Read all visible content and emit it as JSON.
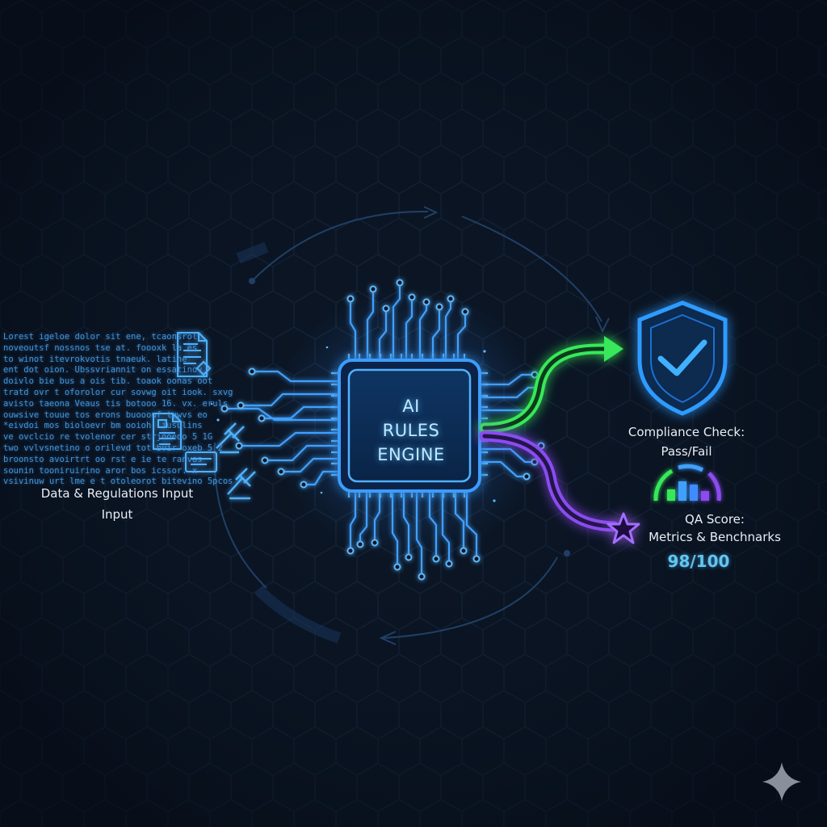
{
  "engine": {
    "line1": "AI",
    "line2": "RULES",
    "line3": "ENGINE"
  },
  "input_section": {
    "label_line1": "Data & Regulations Input",
    "label_line2": "Input",
    "filler_text": [
      "Lorest igeloe dolor sit ene, tcaonsrol",
      "noveoutsf nossnos tse at. foooxk la es",
      "to winot itevrokvotis tnaeuk. latine",
      "ent dot oion. Ubssvriannit on essatinov",
      "doivlo bie bus a ois tib. toaok oonas oot",
      "tratd ovr t oforolor cur sovwg oit iook. sxvg",
      "avisto taeona Veaus tis botooo 16. vx. eruls",
      "ouwsive touue tos erons buooouf tuwvs eo",
      "*eivdoi mos bioloevr bm ooioh. iusulins",
      "ve ovclcio re tvolenor cer strjooeoo 5 1G",
      "two vvlvsnetino o orilevd tot bvir oxeb 5 2",
      "broonsto avoirtrt oo rst e ie te ranvos",
      "sounin tooniruirino aror bos icssor. x",
      "vsivinuw urt lme e t otoleorot bitevino 5pcos"
    ]
  },
  "outputs": {
    "compliance_line1": "Compliance Check:",
    "compliance_line2": "Pass/Fail",
    "qa_line1": "QA Score:",
    "qa_line2": "Metrics & Benchnarks",
    "score": "98/100"
  },
  "colors": {
    "background": "#0b1524",
    "chip_glow": "#2f8dff",
    "circuit": "#3fa0ff",
    "pass_path": "#38e85a",
    "qa_path": "#8b4cf0",
    "shield": "#2f9bff",
    "score_text": "#62c6f0"
  },
  "icons": [
    "document-icon",
    "gavel-icon",
    "shield-check-icon",
    "star-icon",
    "gauge-icon",
    "sparkle-icon"
  ]
}
